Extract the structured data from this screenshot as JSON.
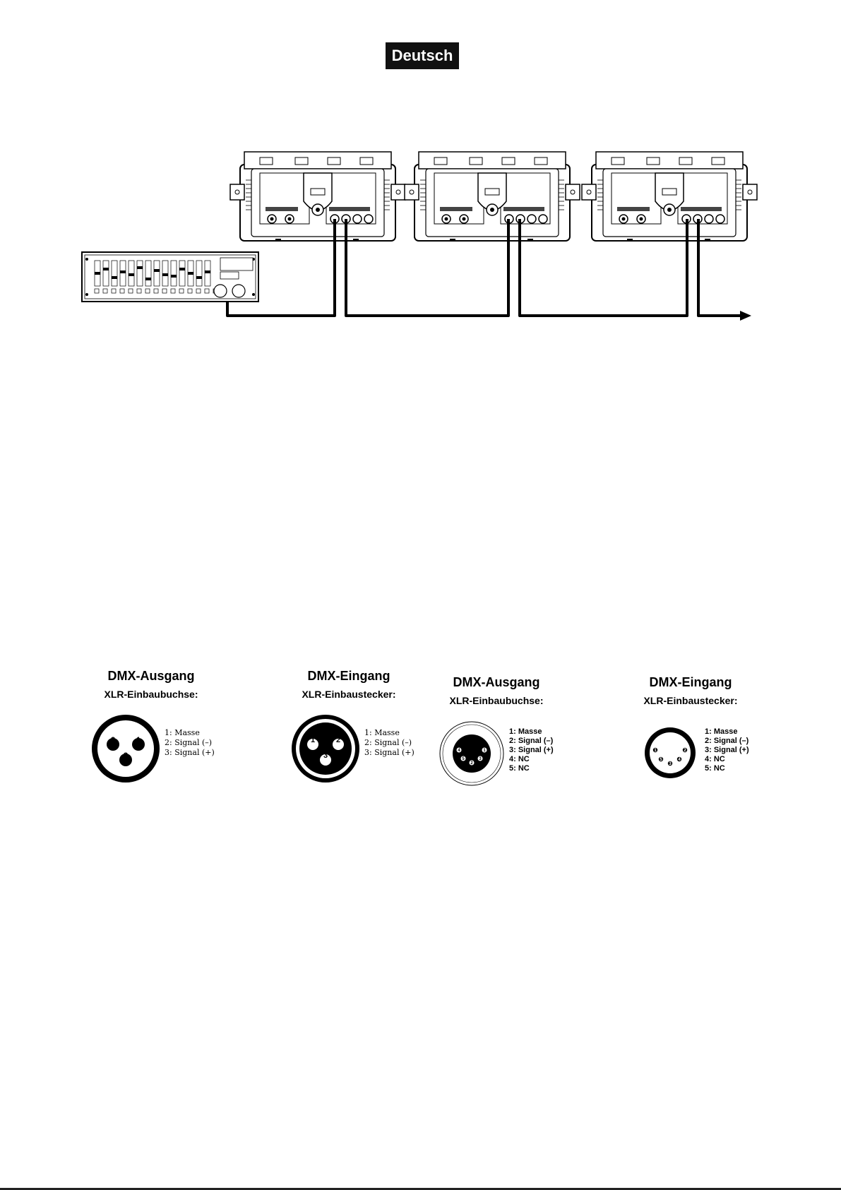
{
  "header": {
    "language": "Deutsch"
  },
  "connectors": [
    {
      "title": "DMX-Ausgang",
      "subtitle": "XLR-Einbaubuchse:",
      "pin_numbers": [
        "2",
        "1",
        "3"
      ],
      "pins": [
        "1: Masse",
        "2: Signal (–)",
        "3: Signal (+)"
      ]
    },
    {
      "title": "DMX-Eingang",
      "subtitle": "XLR-Einbaustecker:",
      "pin_numbers": [
        "1",
        "2",
        "3"
      ],
      "pins": [
        "1: Masse",
        "2: Signal (–)",
        "3: Signal (+)"
      ]
    },
    {
      "title": "DMX-Ausgang",
      "subtitle": "XLR-Einbaubuchse:",
      "pin_numbers": [
        "4",
        "5",
        "2",
        "3",
        "1"
      ],
      "pins": [
        "1: Masse",
        "2: Signal (–)",
        "3: Signal (+)",
        "4: NC",
        "5: NC"
      ]
    },
    {
      "title": "DMX-Eingang",
      "subtitle": "XLR-Einbaustecker:",
      "pin_numbers": [
        "1",
        "2",
        "3",
        "4",
        "5"
      ],
      "pins": [
        "1: Masse",
        "2: Signal (–)",
        "3: Signal (+)",
        "4: NC",
        "5: NC"
      ]
    }
  ]
}
